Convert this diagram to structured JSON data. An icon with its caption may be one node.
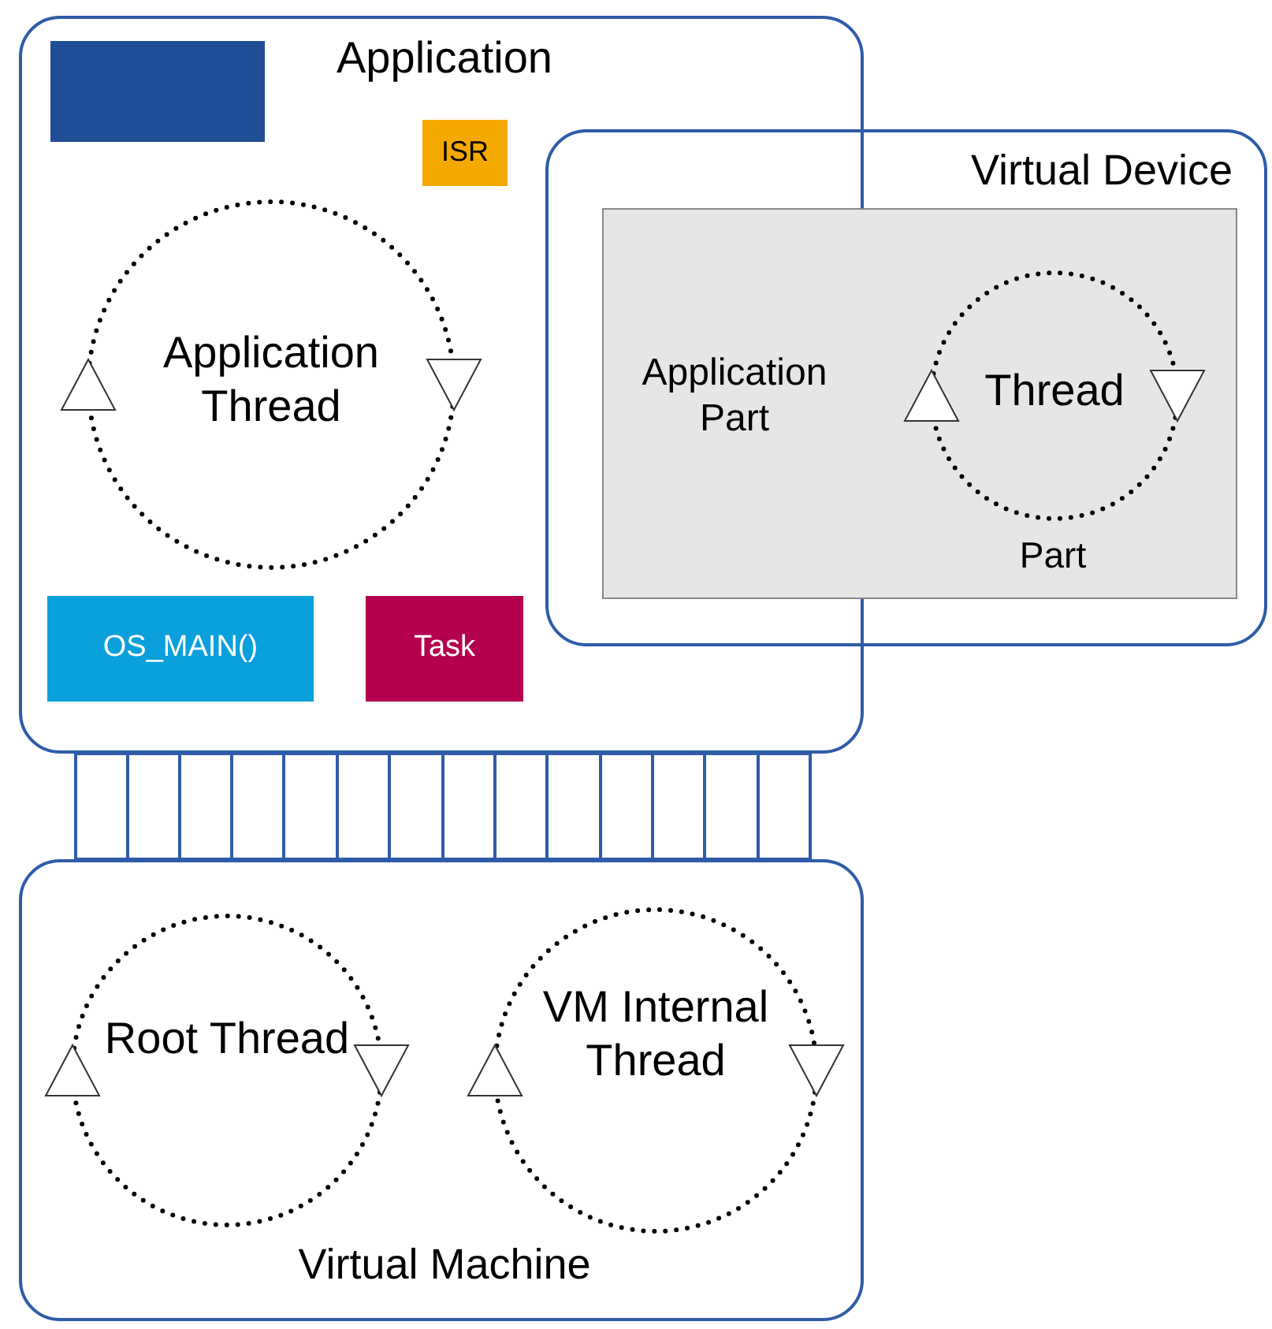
{
  "diagram": {
    "nodes": [
      {
        "text": [
          "Application"
        ]
      },
      {
        "text": [],
        "shape": "box",
        "in": 0
      },
      {
        "text": [
          "ISR"
        ],
        "in": 0
      },
      {
        "text": [
          "Application Thread"
        ],
        "in": 0
      },
      {
        "text": [
          "OS_MAIN()"
        ],
        "in": 0
      },
      {
        "text": [
          "Task"
        ],
        "in": 0
      },
      {
        "text": [
          "Virtual Device"
        ]
      },
      {
        "text": [
          "Application Part",
          "Part"
        ],
        "in": 6
      },
      {
        "text": [
          "Thread"
        ],
        "in": 7
      },
      {
        "text": [
          "Virtual Machine"
        ]
      },
      {
        "text": [
          "Root Thread"
        ],
        "in": 9
      },
      {
        "text": [
          "VM Internal Thread"
        ],
        "in": 9
      }
    ],
    "edges": [
      {
        "from": 0,
        "to": 9,
        "arrow": "none"
      },
      {
        "from": 0,
        "to": 9,
        "arrow": "none"
      },
      {
        "from": 0,
        "to": 9,
        "arrow": "none"
      },
      {
        "from": 0,
        "to": 9,
        "arrow": "none"
      },
      {
        "from": 0,
        "to": 9,
        "arrow": "none"
      },
      {
        "from": 0,
        "to": 9,
        "arrow": "none"
      },
      {
        "from": 0,
        "to": 9,
        "arrow": "none"
      },
      {
        "from": 0,
        "to": 9,
        "arrow": "none"
      },
      {
        "from": 0,
        "to": 9,
        "arrow": "none"
      },
      {
        "from": 0,
        "to": 9,
        "arrow": "none"
      },
      {
        "from": 0,
        "to": 9,
        "arrow": "none"
      },
      {
        "from": 0,
        "to": 9,
        "arrow": "none"
      },
      {
        "from": 0,
        "to": 9,
        "arrow": "none"
      },
      {
        "from": 0,
        "to": 9,
        "arrow": "none"
      },
      {
        "from": 0,
        "to": 9,
        "arrow": "none"
      }
    ]
  }
}
